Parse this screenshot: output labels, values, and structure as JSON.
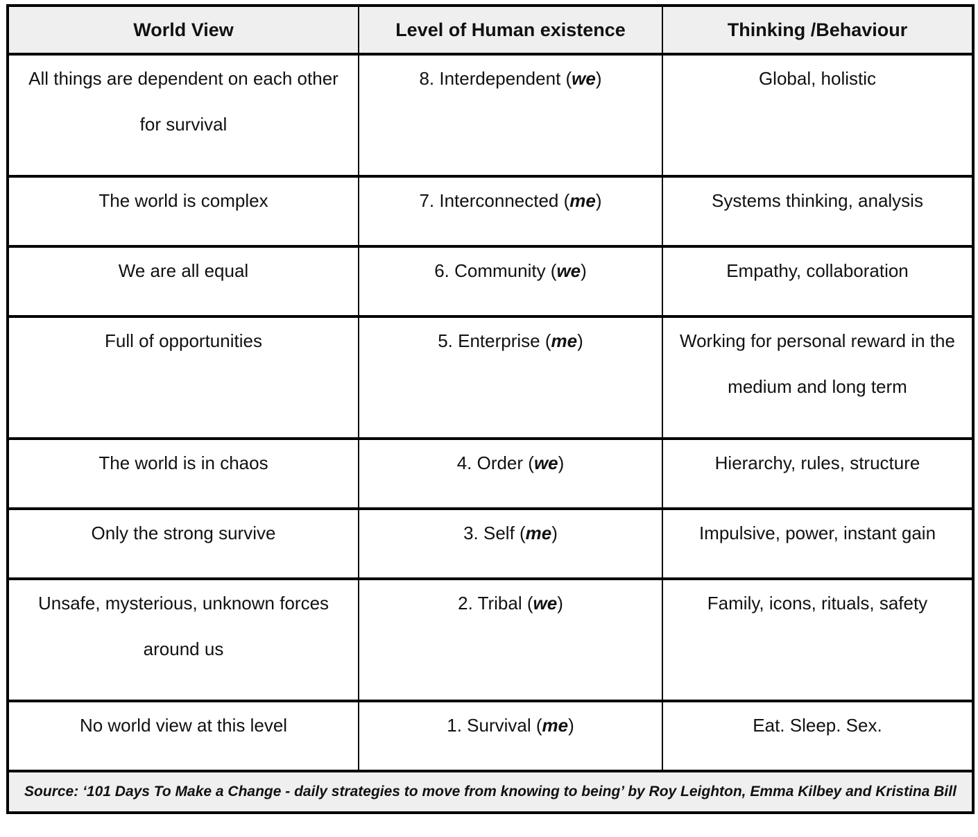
{
  "colors": {
    "border": "#000000",
    "header_bg": "#efefef",
    "footer_bg": "#efefef",
    "text": "#111111"
  },
  "table": {
    "columns": [
      "World View",
      "Level of Human existence",
      "Thinking /Behaviour"
    ],
    "rows": [
      {
        "world_view": "All things are dependent on each other\nfor survival",
        "level": {
          "prefix": "8. Interdependent (",
          "pronoun": "we",
          "suffix": ")"
        },
        "thinking": "Global, holistic"
      },
      {
        "world_view": "The world is complex",
        "level": {
          "prefix": "7. Interconnected (",
          "pronoun": "me",
          "suffix": ")"
        },
        "thinking": "Systems thinking, analysis"
      },
      {
        "world_view": "We are all equal",
        "level": {
          "prefix": "6. Community (",
          "pronoun": "we",
          "suffix": ")"
        },
        "thinking": "Empathy, collaboration"
      },
      {
        "world_view": "Full of opportunities",
        "level": {
          "prefix": "5. Enterprise (",
          "pronoun": "me",
          "suffix": ")"
        },
        "thinking": "Working for personal reward in the\nmedium and long term"
      },
      {
        "world_view": "The world is in chaos",
        "level": {
          "prefix": "4. Order (",
          "pronoun": "we",
          "suffix": ")"
        },
        "thinking": "Hierarchy, rules, structure"
      },
      {
        "world_view": "Only the strong survive",
        "level": {
          "prefix": "3. Self (",
          "pronoun": "me",
          "suffix": ")"
        },
        "thinking": "Impulsive, power, instant gain"
      },
      {
        "world_view": "Unsafe, mysterious, unknown forces\naround us",
        "level": {
          "prefix": "2. Tribal (",
          "pronoun": "we",
          "suffix": ")"
        },
        "thinking": "Family, icons, rituals, safety"
      },
      {
        "world_view": "No world view at this level",
        "level": {
          "prefix": "1. Survival (",
          "pronoun": "me",
          "suffix": ")"
        },
        "thinking": "Eat. Sleep. Sex."
      }
    ],
    "source": "Source: ‘101 Days To Make a Change - daily strategies to move from knowing to being’ by Roy Leighton, Emma Kilbey and Kristina Bill"
  }
}
